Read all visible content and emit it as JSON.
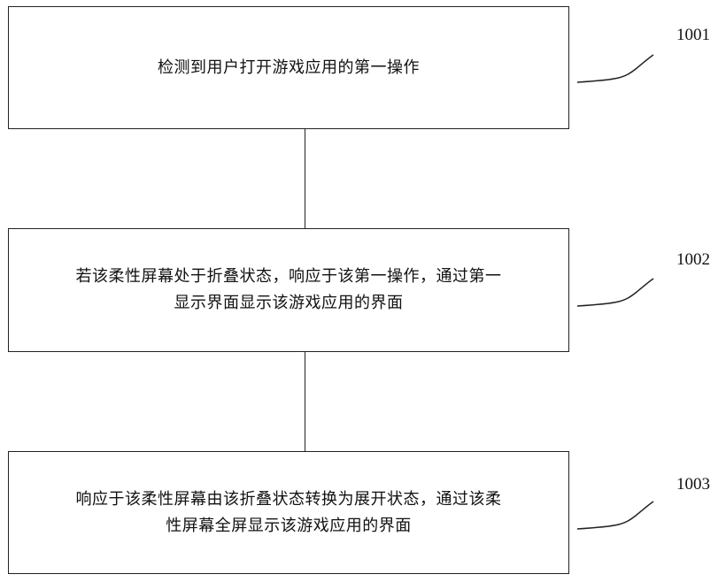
{
  "steps": [
    {
      "id": "1001",
      "text": "检测到用户打开游戏应用的第一操作"
    },
    {
      "id": "1002",
      "line1": "若该柔性屏幕处于折叠状态，响应于该第一操作，通过第一",
      "line2": "显示界面显示该游戏应用的界面"
    },
    {
      "id": "1003",
      "line1": "响应于该柔性屏幕由该折叠状态转换为展开状态，通过该柔",
      "line2": "性屏幕全屏显示该游戏应用的界面"
    }
  ]
}
